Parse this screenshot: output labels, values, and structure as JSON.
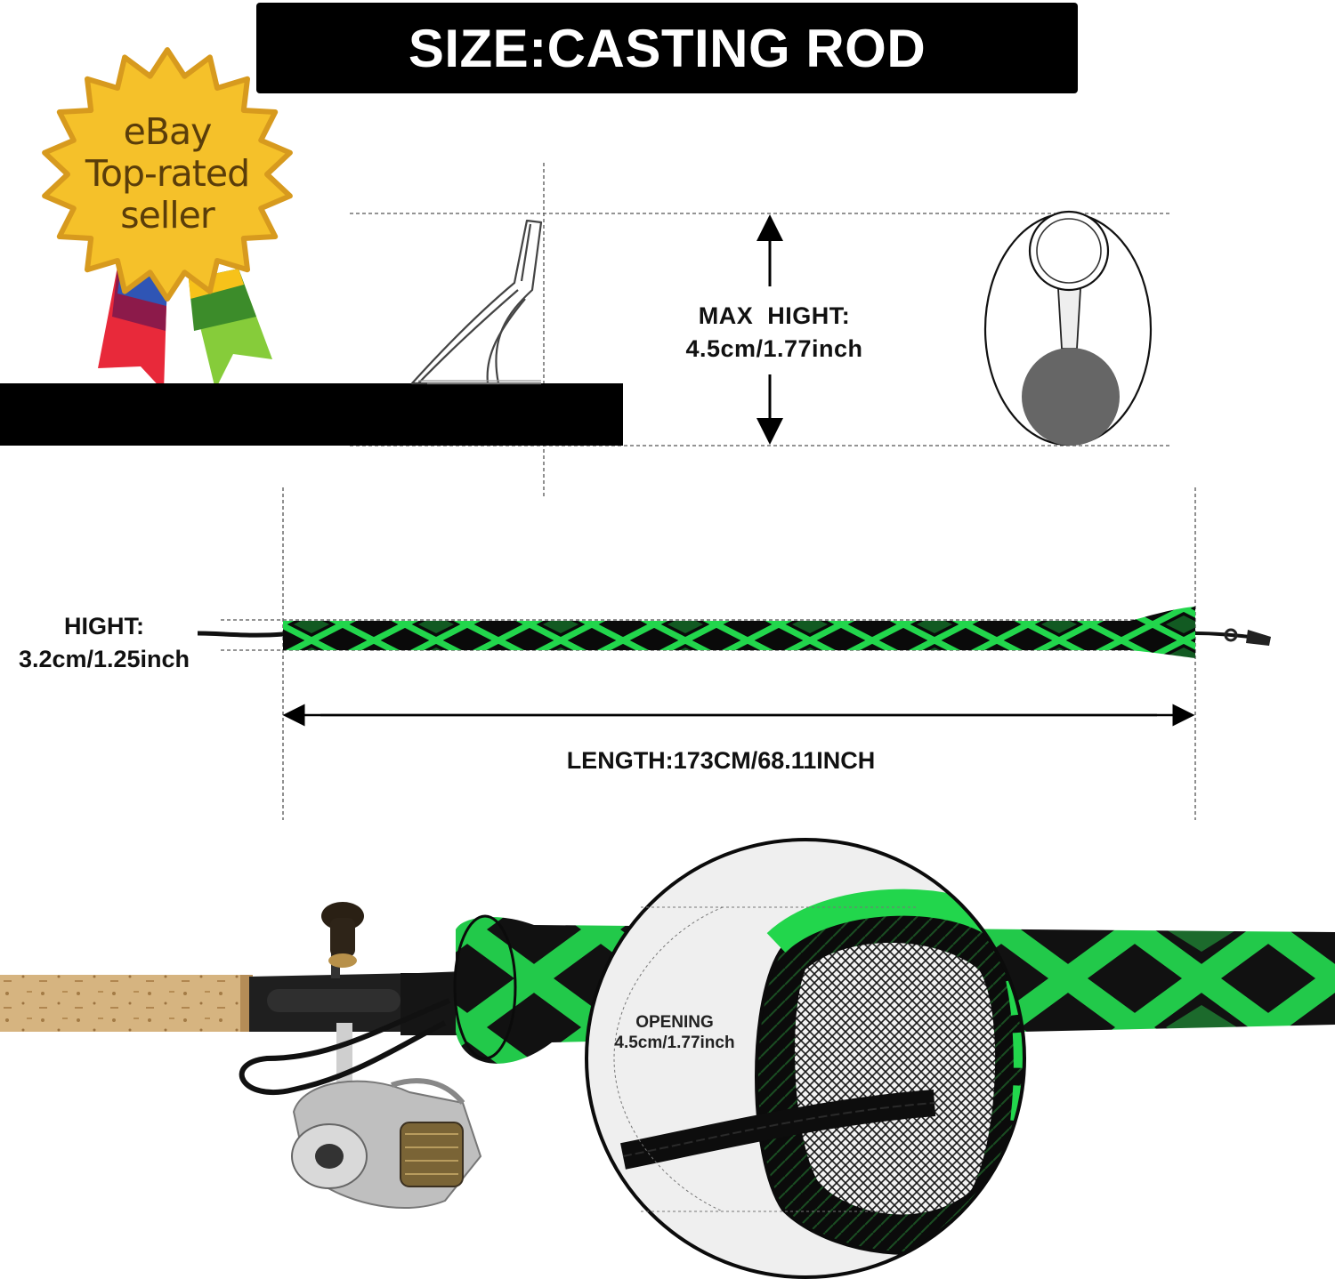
{
  "title": "SIZE:CASTING ROD",
  "badge": {
    "line1": "eBay",
    "line2": "Top-rated",
    "line3": "seller",
    "colors": {
      "star": "#f5c12a",
      "star_edge": "#d79a1e",
      "ribbon_left": [
        "#2f55b5",
        "#8c1a4a",
        "#e8293a"
      ],
      "ribbon_right": [
        "#f7c21a",
        "#3c8c2a",
        "#86cc3a"
      ]
    }
  },
  "max_height": {
    "label": "MAX  HIGHT:",
    "value": "4.5cm/1.77inch"
  },
  "height": {
    "label": "HIGHT:",
    "value": "3.2cm/1.25inch"
  },
  "length": {
    "label": "LENGTH:173CM/68.11INCH"
  },
  "opening": {
    "label": "OPENING",
    "value": "4.5cm/1.77inch"
  },
  "colors": {
    "sleeve_green": "#1fd44a",
    "sleeve_dark": "#0d0d0d",
    "cork": "#d2b07a",
    "title_bg": "#000000"
  }
}
